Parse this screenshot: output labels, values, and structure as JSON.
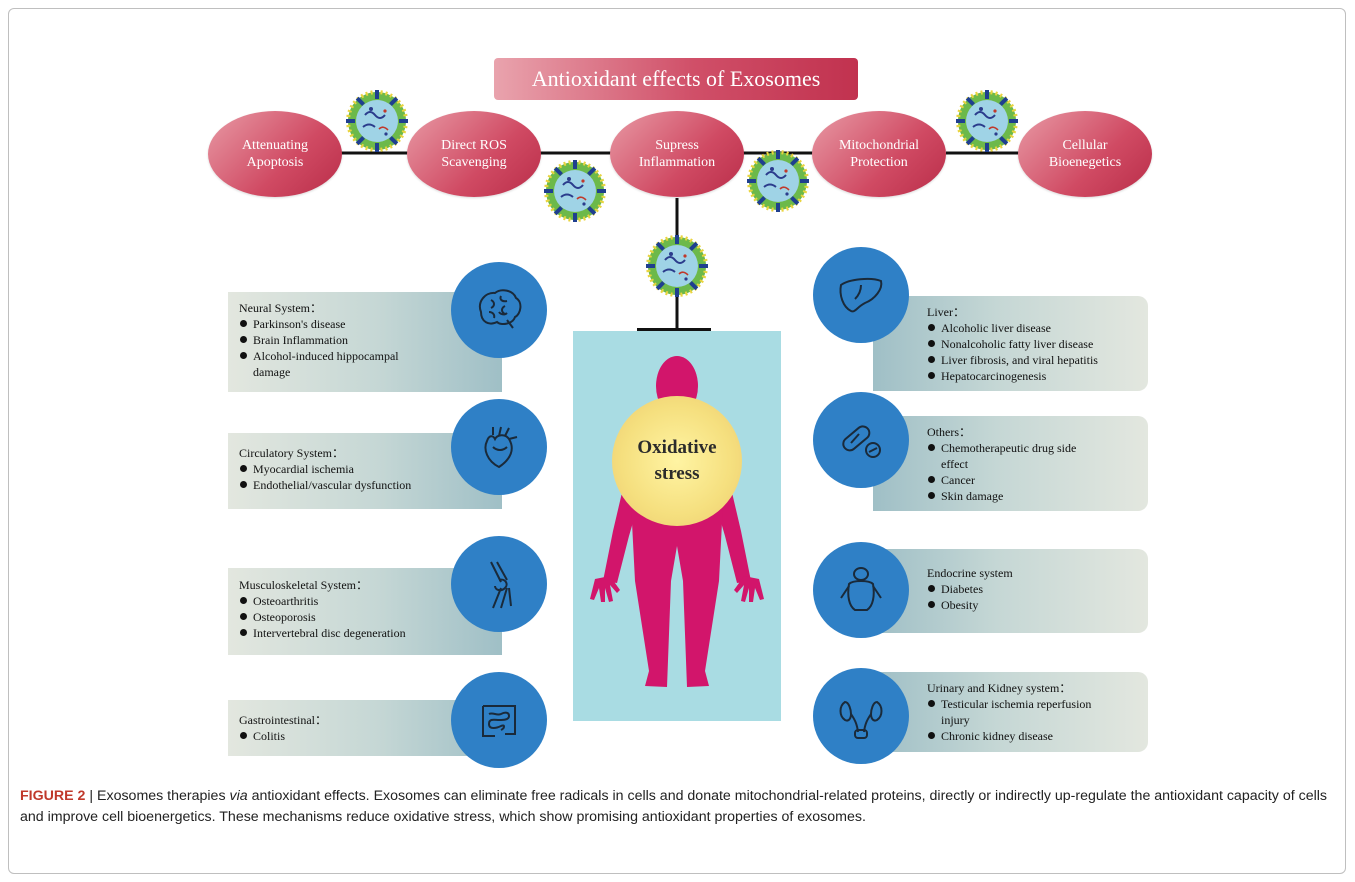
{
  "title": "Antioxidant effects of Exosomes",
  "mechanisms": [
    {
      "label": "Attenuating\nApoptosis"
    },
    {
      "label": "Direct ROS\nScavenging"
    },
    {
      "label": "Supress\nInflammation"
    },
    {
      "label": "Mitochondrial\nProtection"
    },
    {
      "label": "Cellular\nBioenegetics"
    }
  ],
  "center": {
    "label": "Oxidative\nstress"
  },
  "left_systems": [
    {
      "icon": "brain-icon",
      "heading": "Neural System：",
      "items": [
        "Parkinson's disease",
        "Brain Inflammation",
        "Alcohol-induced hippocampal\ndamage"
      ]
    },
    {
      "icon": "heart-icon",
      "heading": "Circulatory System：",
      "items": [
        "Myocardial ischemia",
        "Endothelial/vascular dysfunction"
      ]
    },
    {
      "icon": "knee-joint-icon",
      "heading": "Musculoskeletal System：",
      "items": [
        "Osteoarthritis",
        "Osteoporosis",
        "Intervertebral disc degeneration"
      ]
    },
    {
      "icon": "intestine-icon",
      "heading": "Gastrointestinal：",
      "items": [
        "Colitis"
      ]
    }
  ],
  "right_systems": [
    {
      "icon": "liver-icon",
      "heading": "Liver：",
      "items": [
        "Alcoholic liver disease",
        "Nonalcoholic fatty liver disease",
        "Liver fibrosis, and viral hepatitis",
        "Hepatocarcinogenesis"
      ]
    },
    {
      "icon": "pill-icon",
      "heading": "Others：",
      "items": [
        "Chemotherapeutic drug side\neffect",
        "Cancer",
        "Skin damage"
      ]
    },
    {
      "icon": "endocrine-figure-icon",
      "heading": "Endocrine system",
      "items": [
        "Diabetes",
        "Obesity"
      ]
    },
    {
      "icon": "kidney-icon",
      "heading": "Urinary and Kidney system：",
      "items": [
        "Testicular ischemia reperfusion\ninjury",
        "Chronic kidney disease"
      ]
    }
  ],
  "caption": {
    "figure_label": "FIGURE 2",
    "separator": " | Exosomes therapies ",
    "via": "via",
    "text": " antioxidant effects. Exosomes can eliminate free radicals in cells and donate mitochondrial-related proteins, directly or indirectly up-regulate the antioxidant capacity of cells and improve cell bioenergetics. These mechanisms reduce oxidative stress, which show promising antioxidant properties of exosomes."
  },
  "colors": {
    "mechanism": "#cc4862",
    "organ_circle": "#2f80c6",
    "body_panel": "#a9dce3",
    "human_figure": "#d2156b",
    "oxidative_circle": "#f5df7e",
    "figure_label": "#c0392b"
  }
}
